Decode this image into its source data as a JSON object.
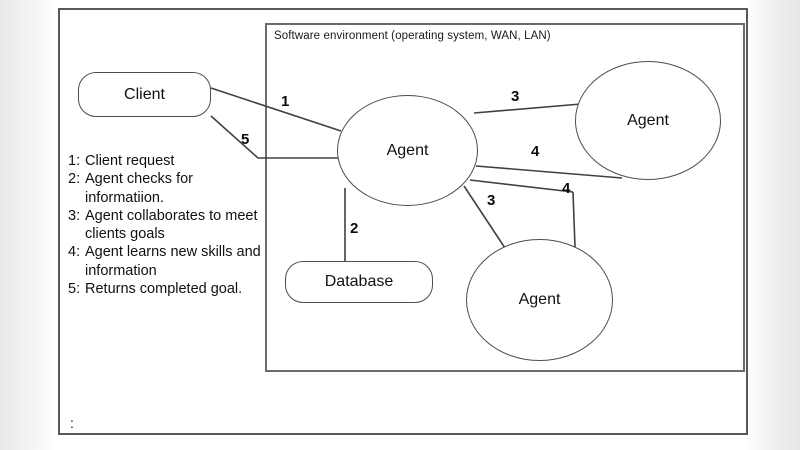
{
  "diagram": {
    "environment_title": "Software environment (operating system, WAN, LAN)",
    "nodes": {
      "client": "Client",
      "agent_center": "Agent",
      "agent_right": "Agent",
      "agent_bottom": "Agent",
      "database": "Database"
    },
    "edge_labels": {
      "client_to_agent": "1",
      "agent_to_client": "5",
      "agent_to_database": "2",
      "agent_to_agent_right": "3",
      "agent_learns_right": "4",
      "agent_to_agent_bottom": "3",
      "agent_learns_bottom": "4"
    },
    "legend": [
      {
        "num": "1:",
        "text": "Client request"
      },
      {
        "num": "2:",
        "text": "Agent checks for informatiion."
      },
      {
        "num": "3:",
        "text": "Agent collaborates to meet clients goals"
      },
      {
        "num": "4:",
        "text": "Agent learns new skills and information"
      },
      {
        "num": "5:",
        "text": "Returns completed goal."
      }
    ],
    "trailing_mark": ":",
    "colors": {
      "stroke": "#404040",
      "frame": "#595959",
      "text": "#111111",
      "page_background": "#ffffff"
    }
  }
}
